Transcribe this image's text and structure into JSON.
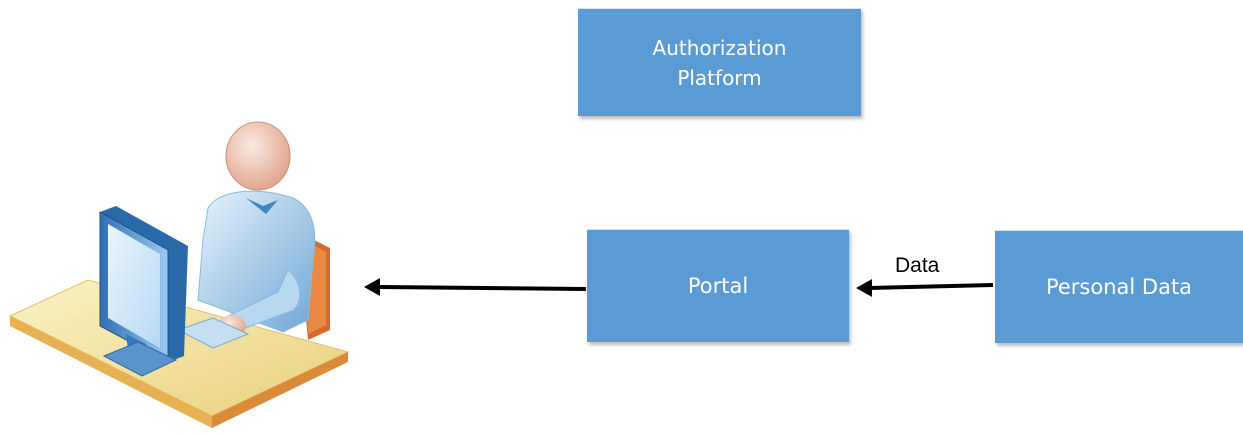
{
  "nodes": {
    "authorization_platform": {
      "label": "Authorization\nPlatform"
    },
    "portal": {
      "label": "Portal"
    },
    "personal_data": {
      "label": "Personal Data"
    }
  },
  "edges": {
    "personal_to_portal": {
      "label": "Data"
    }
  },
  "colors": {
    "box_fill": "#5b9bd5",
    "box_text": "#ffffff",
    "arrow": "#000000"
  },
  "icons": {
    "user": "user-at-computer-icon"
  }
}
